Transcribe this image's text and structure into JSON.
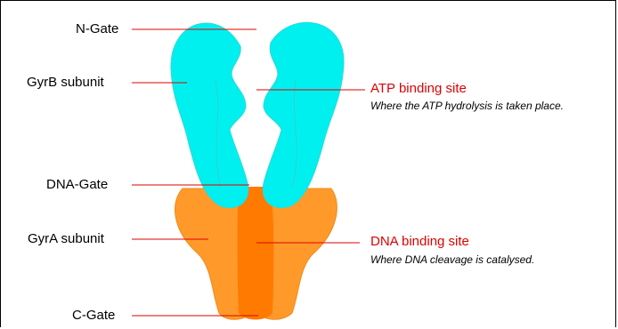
{
  "labels": {
    "n_gate": "N-Gate",
    "gyrb": "GyrB subunit",
    "dna_gate": "DNA-Gate",
    "gyra": "GyrA subunit",
    "c_gate": "C-Gate"
  },
  "annotations": {
    "atp_title": "ATP binding site",
    "atp_desc": "Where the ATP hydrolysis is taken place.",
    "dna_title": "DNA binding site",
    "dna_desc": "Where DNA cleavage is catalysed."
  },
  "colors": {
    "gyrb": "#00f0f0",
    "gyra": "#ff9a2a",
    "gyra_center": "#ff7a00",
    "leader": "#e00000"
  }
}
